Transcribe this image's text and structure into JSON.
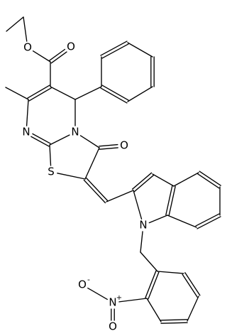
{
  "molecule": {
    "atoms": [
      {
        "id": "o_ester_ether",
        "label": "O"
      },
      {
        "id": "o_ester_carbonyl",
        "label": "O"
      },
      {
        "id": "n_pyrimidine",
        "label": "N"
      },
      {
        "id": "n_fused",
        "label": "N"
      },
      {
        "id": "s_thiazole",
        "label": "S"
      },
      {
        "id": "o_ketone",
        "label": "O"
      },
      {
        "id": "n_indole",
        "label": "N"
      },
      {
        "id": "n_nitro",
        "label": "N"
      },
      {
        "id": "n_nitro_charge",
        "label": "+"
      },
      {
        "id": "o_nitro_minus",
        "label": "O"
      },
      {
        "id": "o_nitro_charge",
        "label": "-"
      },
      {
        "id": "o_nitro_double",
        "label": "O"
      }
    ]
  }
}
